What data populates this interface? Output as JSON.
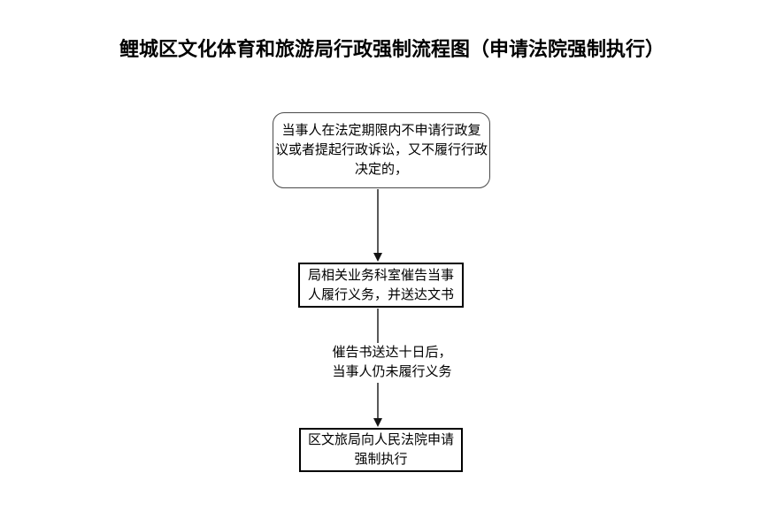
{
  "title": "鲤城区文化体育和旅游局行政强制流程图（申请法院强制执行）",
  "flowchart": {
    "nodes": [
      {
        "id": "start-condition",
        "shape": "rounded-rectangle",
        "lines": [
          "当事人在法定期限内不申请行政复",
          "议或者提起行政诉讼，又不履行行政",
          "决定的，"
        ]
      },
      {
        "id": "notify-obligation",
        "shape": "rectangle",
        "lines": [
          "局相关业务科室催告当事",
          "人履行义务，并送达文书"
        ]
      },
      {
        "id": "apply-court-enforcement",
        "shape": "rectangle",
        "lines": [
          "区文旅局向人民法院申请",
          "强制执行"
        ]
      }
    ],
    "edge_label": {
      "lines": [
        "催告书送达十日后，",
        "当事人仍未履行义务"
      ]
    },
    "colors": {
      "text": "#000000",
      "rounded_node_border": "#4a4a4a",
      "rect_node_border": "#000000",
      "connector_line": "#595959",
      "arrowhead": "#141414",
      "background": "#ffffff"
    }
  }
}
